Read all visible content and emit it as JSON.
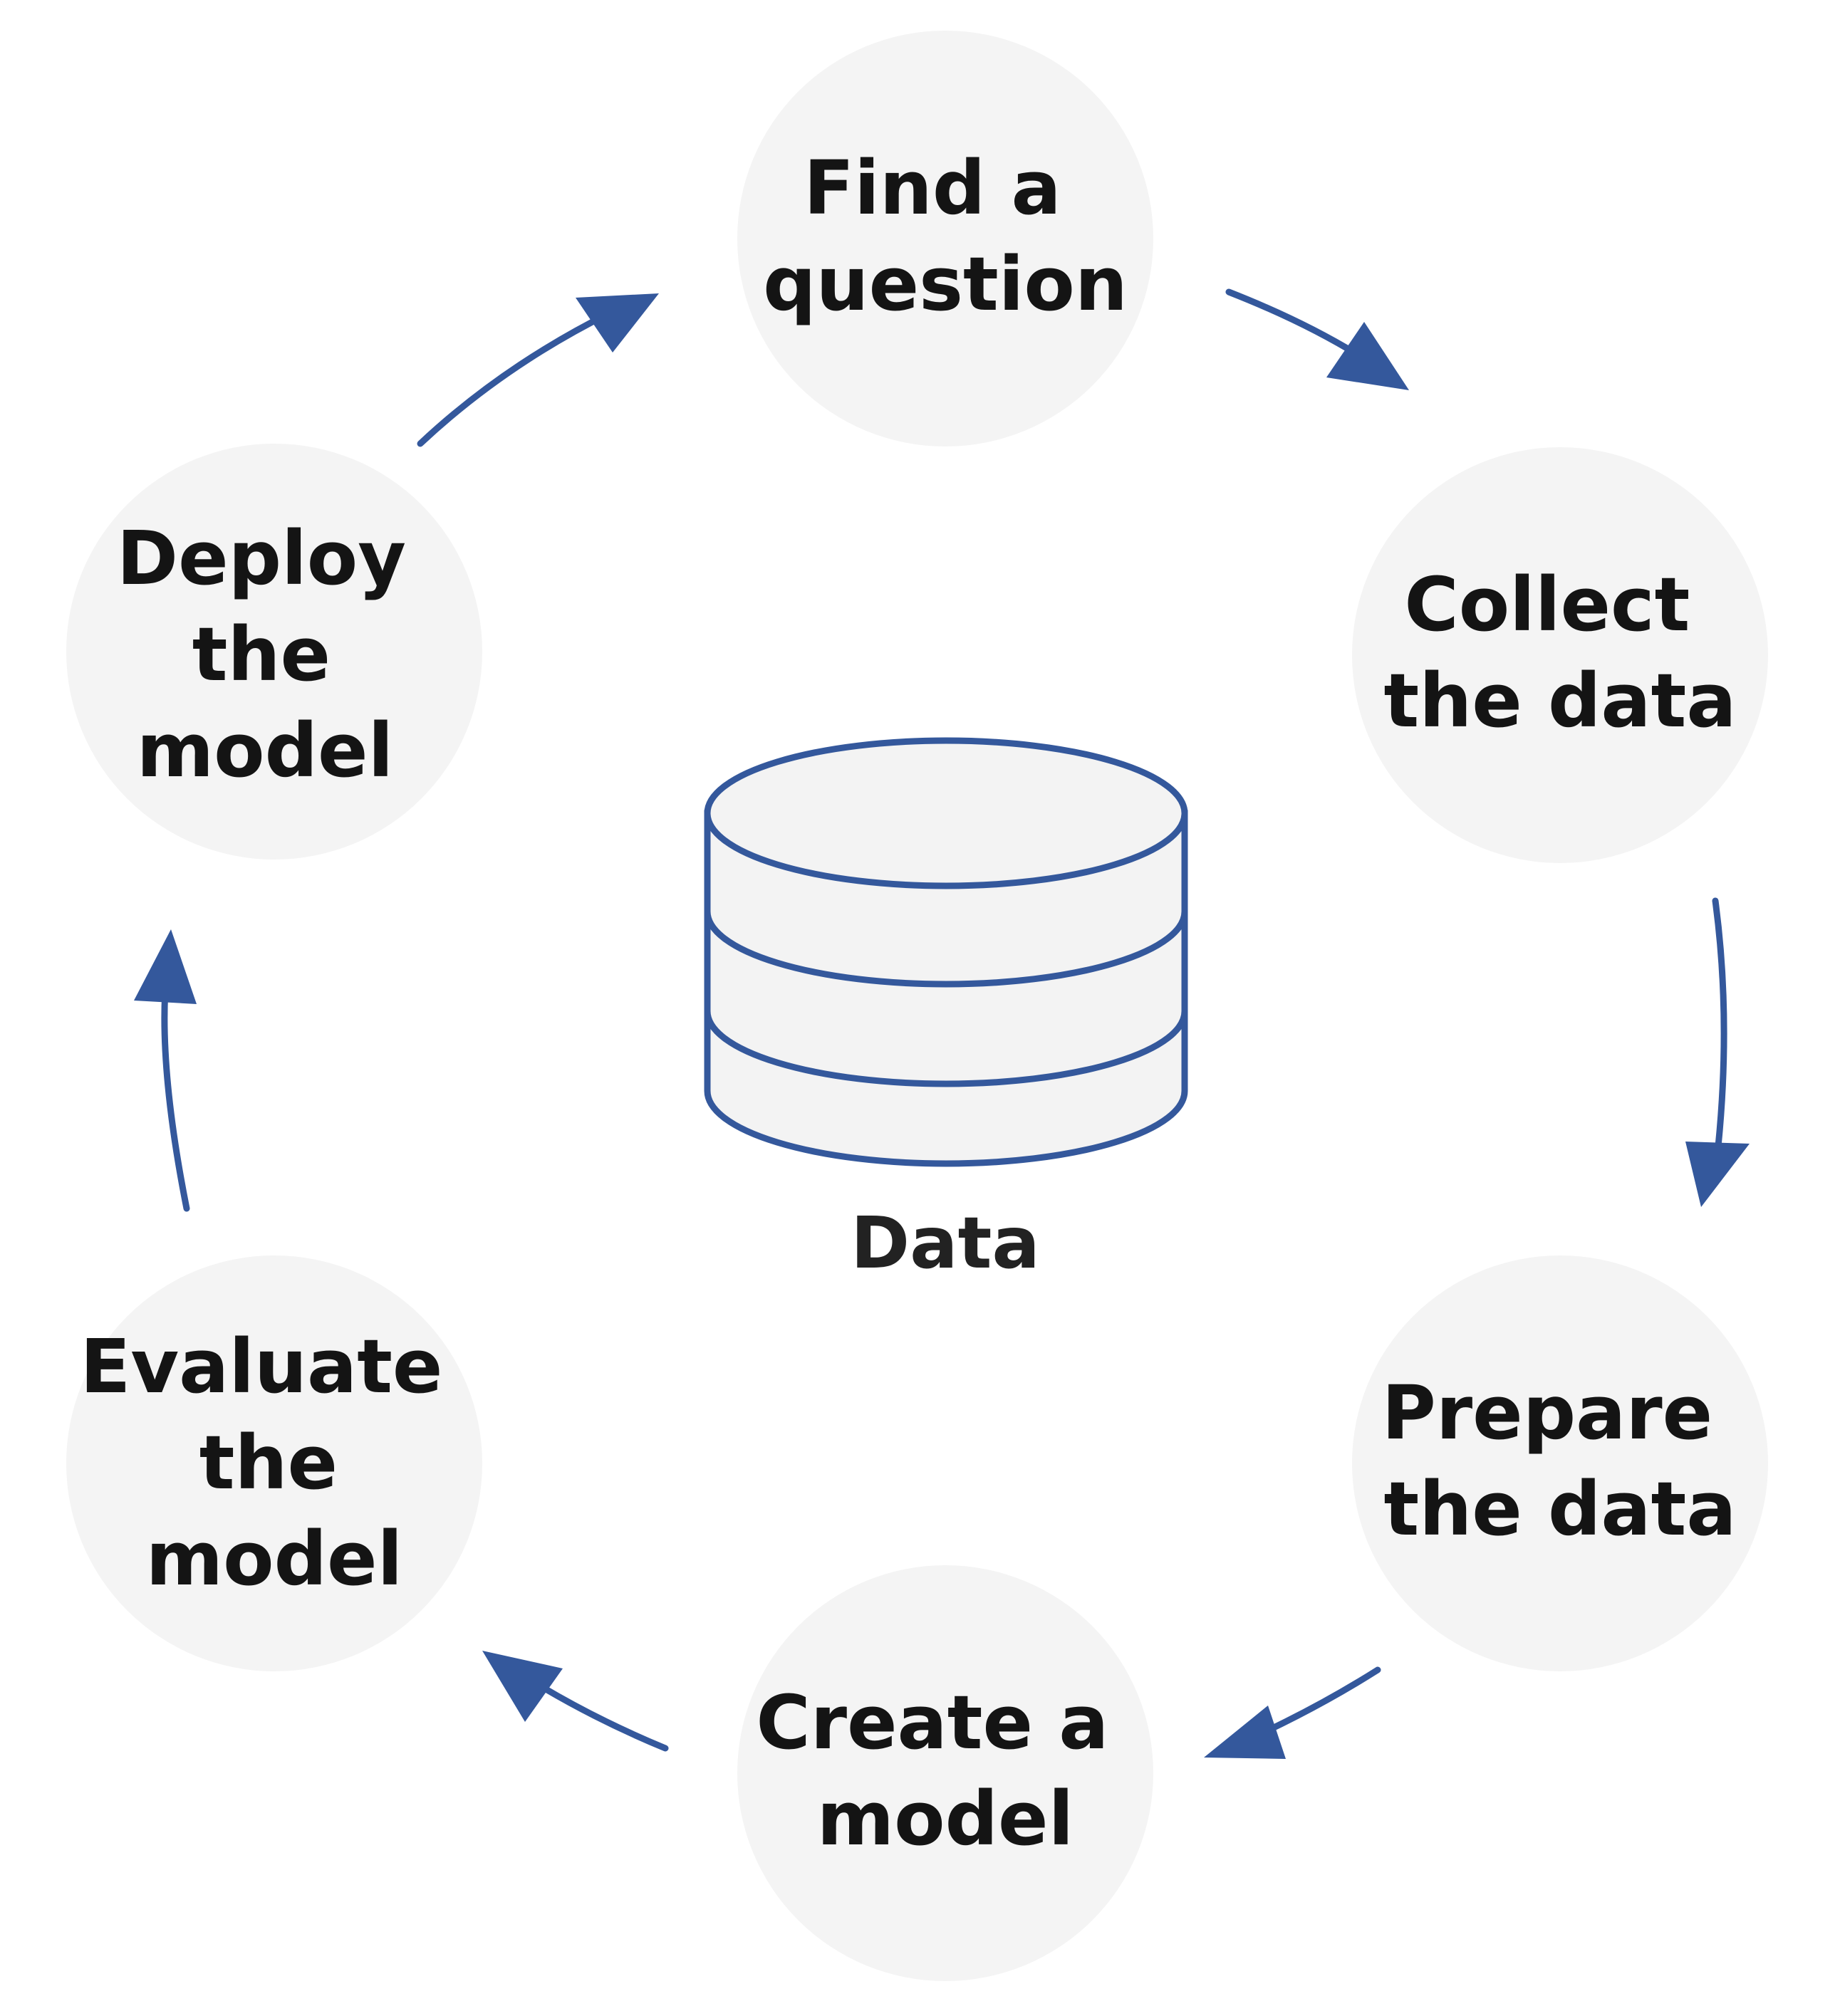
{
  "center": {
    "label": "Data",
    "icon": "database-icon"
  },
  "stages": [
    {
      "id": "find-question",
      "lines": [
        "Find a",
        "question"
      ]
    },
    {
      "id": "collect-data",
      "lines": [
        "Collect",
        "the data"
      ]
    },
    {
      "id": "prepare-data",
      "lines": [
        "Prepare",
        "the data"
      ]
    },
    {
      "id": "create-model",
      "lines": [
        "Create a",
        "model"
      ]
    },
    {
      "id": "evaluate-model",
      "lines": [
        "Evaluate",
        "the",
        "model"
      ]
    },
    {
      "id": "deploy-model",
      "lines": [
        "Deploy",
        "the",
        "model"
      ]
    }
  ],
  "colors": {
    "accent": "#34589c",
    "circle_fill": "#f4f4f4",
    "db_fill": "#f3f3f3",
    "text": "#141414"
  }
}
